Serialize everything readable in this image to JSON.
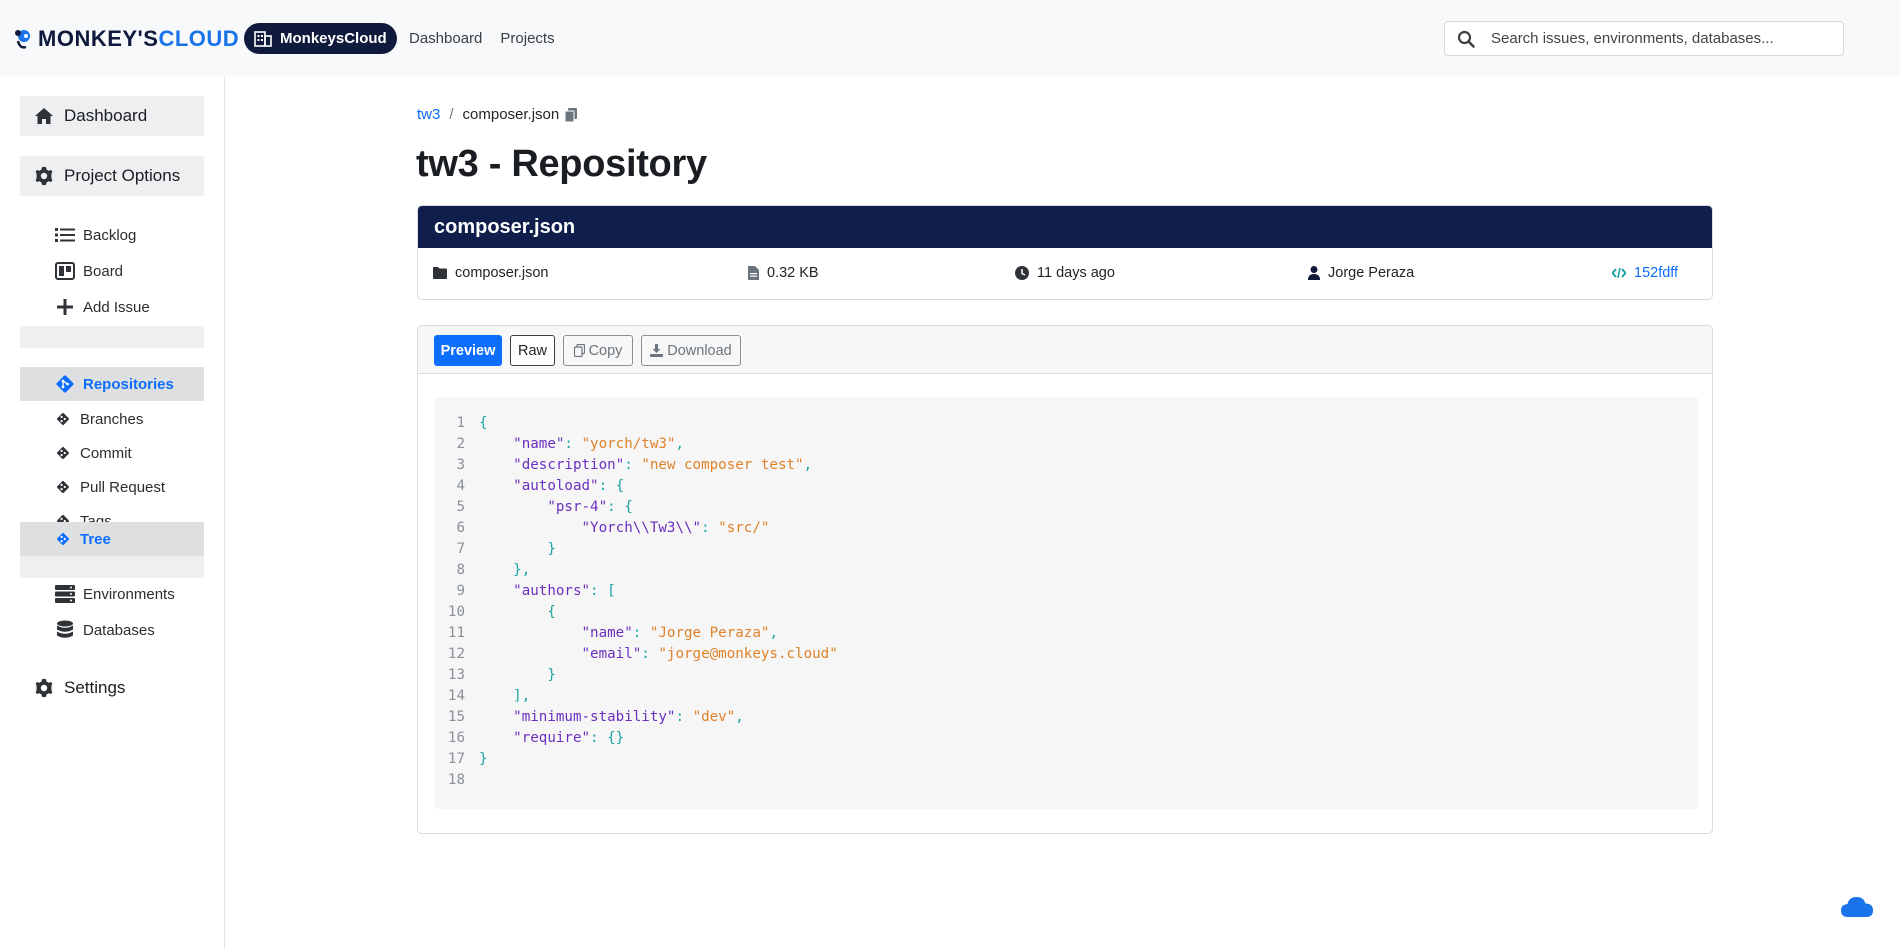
{
  "brand": {
    "part1": "MONKEY'S",
    "part2": "CLOUD"
  },
  "org": {
    "label": "MonkeysCloud"
  },
  "topnav": {
    "dashboard": "Dashboard",
    "projects": "Projects"
  },
  "search": {
    "placeholder": "Search issues, environments, databases..."
  },
  "sidebar": {
    "dashboard": "Dashboard",
    "project_options": "Project Options",
    "backlog": "Backlog",
    "board": "Board",
    "add_issue": "Add Issue",
    "repositories": "Repositories",
    "branches": "Branches",
    "commit": "Commit",
    "pull_request": "Pull Request",
    "tags": "Tags",
    "tree": "Tree",
    "environments": "Environments",
    "databases": "Databases",
    "settings": "Settings"
  },
  "breadcrumb": {
    "root": "tw3",
    "separator": "/",
    "file": "composer.json"
  },
  "page": {
    "title": "tw3 - Repository"
  },
  "file": {
    "name": "composer.json",
    "path": "composer.json",
    "size": "0.32 KB",
    "modified": "11 days ago",
    "author": "Jorge Peraza",
    "commit": "152fdff"
  },
  "toolbar": {
    "preview": "Preview",
    "raw": "Raw",
    "copy": "Copy",
    "download": "Download"
  },
  "code": {
    "lines": [
      [
        [
          "pun",
          "{"
        ]
      ],
      [
        [
          "def",
          "    "
        ],
        [
          "key",
          "\"name\""
        ],
        [
          "pun",
          ": "
        ],
        [
          "str",
          "\"yorch/tw3\""
        ],
        [
          "pun",
          ","
        ]
      ],
      [
        [
          "def",
          "    "
        ],
        [
          "key",
          "\"description\""
        ],
        [
          "pun",
          ": "
        ],
        [
          "str",
          "\"new composer test\""
        ],
        [
          "pun",
          ","
        ]
      ],
      [
        [
          "def",
          "    "
        ],
        [
          "key",
          "\"autoload\""
        ],
        [
          "pun",
          ": {"
        ]
      ],
      [
        [
          "def",
          "        "
        ],
        [
          "key",
          "\"psr-4\""
        ],
        [
          "pun",
          ": {"
        ]
      ],
      [
        [
          "def",
          "            "
        ],
        [
          "key",
          "\"Yorch\\\\Tw3\\\\\""
        ],
        [
          "pun",
          ": "
        ],
        [
          "str",
          "\"src/\""
        ]
      ],
      [
        [
          "def",
          "        "
        ],
        [
          "pun",
          "}"
        ]
      ],
      [
        [
          "def",
          "    "
        ],
        [
          "pun",
          "},"
        ]
      ],
      [
        [
          "def",
          "    "
        ],
        [
          "key",
          "\"authors\""
        ],
        [
          "pun",
          ": ["
        ]
      ],
      [
        [
          "def",
          "        "
        ],
        [
          "pun",
          "{"
        ]
      ],
      [
        [
          "def",
          "            "
        ],
        [
          "key",
          "\"name\""
        ],
        [
          "pun",
          ": "
        ],
        [
          "str",
          "\"Jorge Peraza\""
        ],
        [
          "pun",
          ","
        ]
      ],
      [
        [
          "def",
          "            "
        ],
        [
          "key",
          "\"email\""
        ],
        [
          "pun",
          ": "
        ],
        [
          "str",
          "\"jorge@monkeys.cloud\""
        ]
      ],
      [
        [
          "def",
          "        "
        ],
        [
          "pun",
          "}"
        ]
      ],
      [
        [
          "def",
          "    "
        ],
        [
          "pun",
          "],"
        ]
      ],
      [
        [
          "def",
          "    "
        ],
        [
          "key",
          "\"minimum-stability\""
        ],
        [
          "pun",
          ": "
        ],
        [
          "str",
          "\"dev\""
        ],
        [
          "pun",
          ","
        ]
      ],
      [
        [
          "def",
          "    "
        ],
        [
          "key",
          "\"require\""
        ],
        [
          "pun",
          ": {}"
        ]
      ],
      [
        [
          "pun",
          "}"
        ]
      ],
      []
    ]
  },
  "colors": {
    "navy": "#0f1e4a",
    "primary": "#0d6efd",
    "key": "#6b2fbf",
    "string": "#e0822a",
    "punct": "#1ba3a3"
  }
}
